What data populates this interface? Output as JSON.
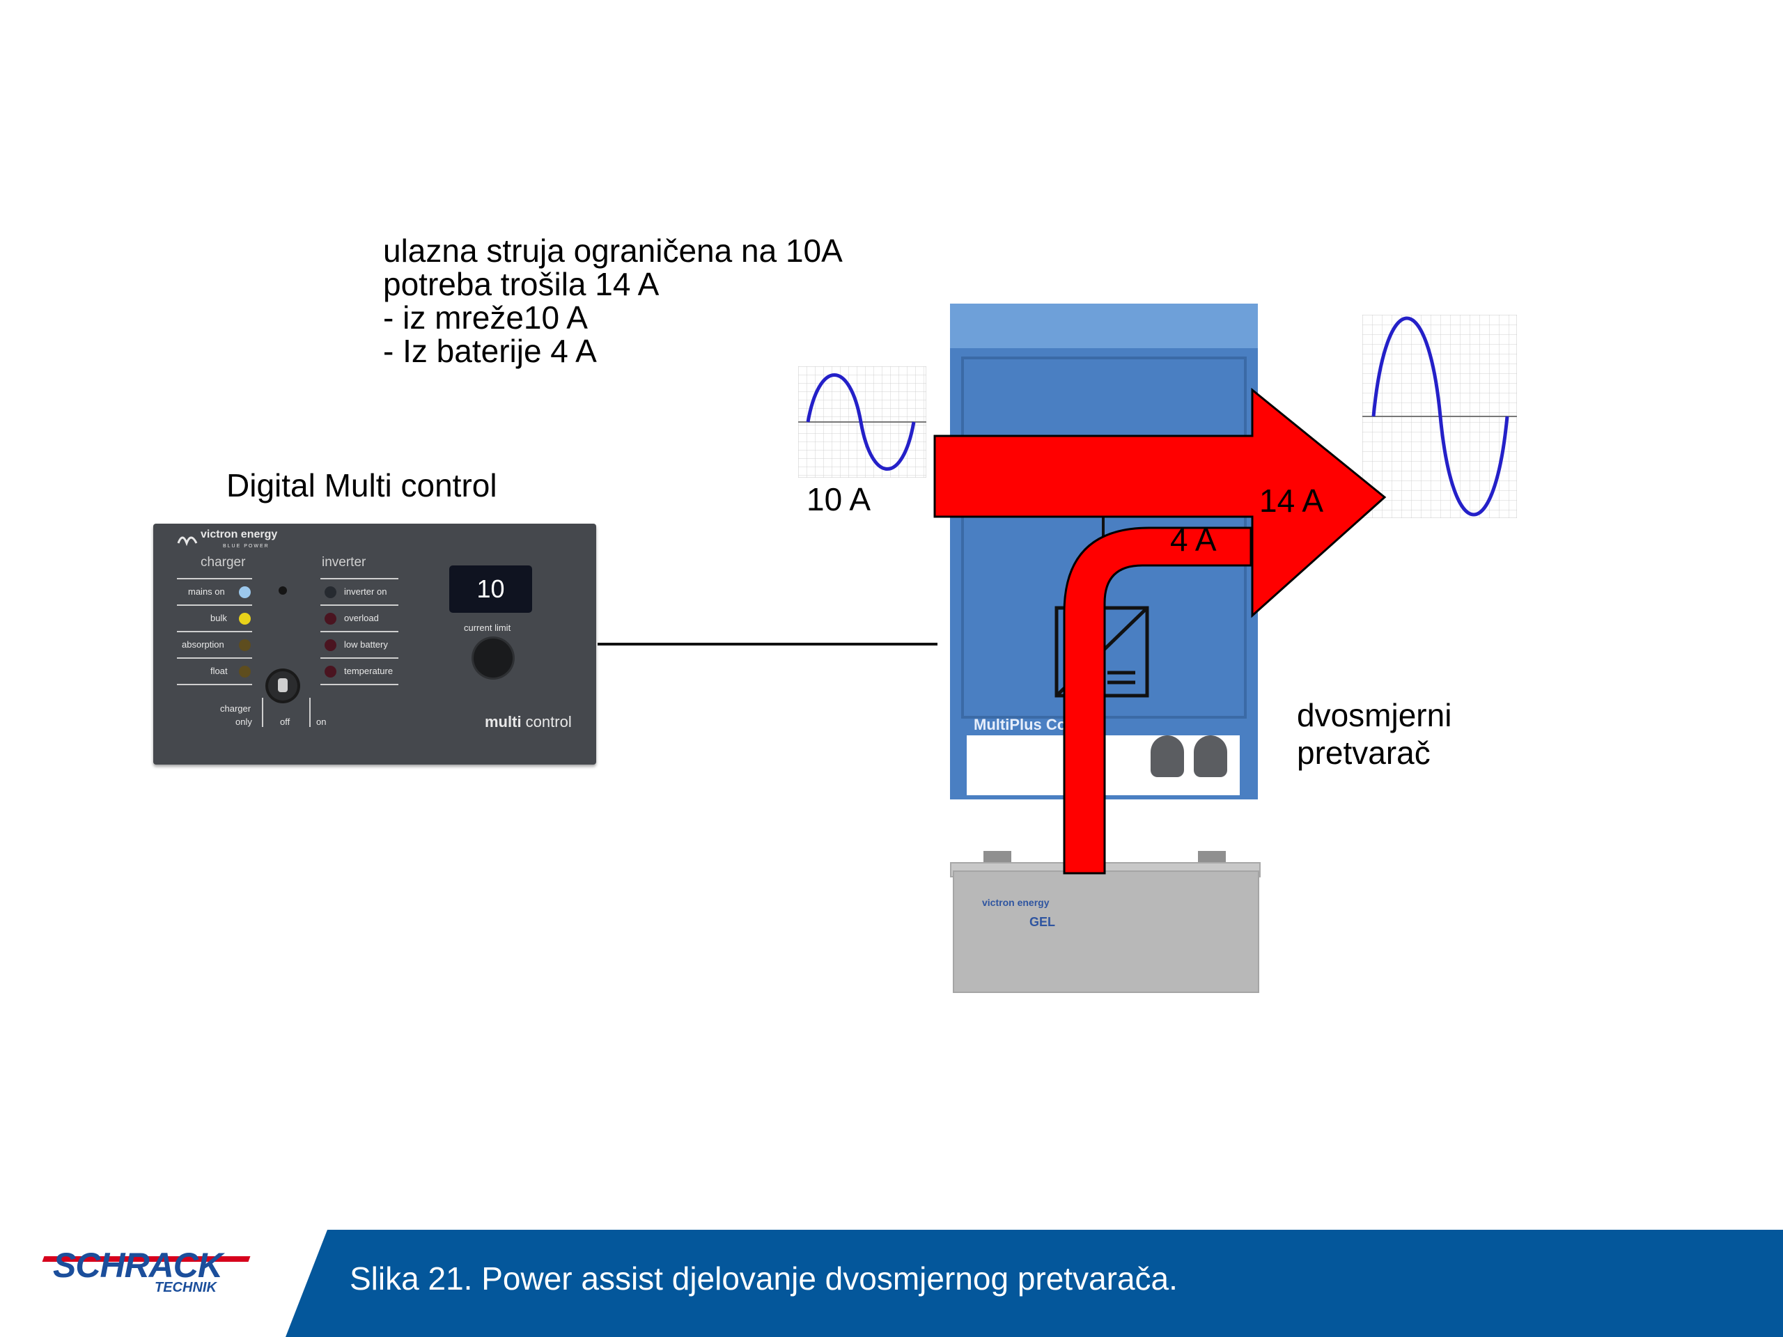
{
  "notes": {
    "lines": [
      "ulazna struja ograničena na 10A",
      "potreba trošila 14 A",
      "- iz mreže10 A",
      "- Iz baterije 4 A"
    ]
  },
  "panel": {
    "title": "Digital Multi control",
    "brand": "victron energy",
    "brand_sub": "BLUE POWER",
    "charger_header": "charger",
    "inverter_header": "inverter",
    "charger_leds": [
      {
        "label": "mains on",
        "color": "#9cc8ec"
      },
      {
        "label": "bulk",
        "color": "#e8d21a"
      },
      {
        "label": "absorption",
        "color": "#5e4d1e"
      },
      {
        "label": "float",
        "color": "#5e4d1e"
      }
    ],
    "inverter_leds": [
      {
        "label": "inverter on",
        "color": "#262a30"
      },
      {
        "label": "overload",
        "color": "#4a1420"
      },
      {
        "label": "low battery",
        "color": "#4a1420"
      },
      {
        "label": "temperature",
        "color": "#4a1420"
      }
    ],
    "display_value": "10",
    "current_limit_label": "current limit",
    "switch_labels": {
      "charger_only_1": "charger",
      "charger_only_2": "only",
      "off": "off",
      "on": "on"
    },
    "logo_multi": "multi",
    "logo_control": " control"
  },
  "flow": {
    "input_current": "10 A",
    "output_current": "14 A",
    "battery_current": "4 A",
    "arrow_color": "#ff0000"
  },
  "inverter": {
    "label": "MultiPlus Con",
    "caption_line1": "dvosmjerni",
    "caption_line2": "pretvarač"
  },
  "battery": {
    "brand": "victron energy",
    "type": "GEL"
  },
  "footer": {
    "logo_main": "SCHRACK",
    "logo_sub": "TECHNIK",
    "caption": "Slika 21. Power assist djelovanje dvosmjernog pretvarača.",
    "color": "#04579b"
  }
}
